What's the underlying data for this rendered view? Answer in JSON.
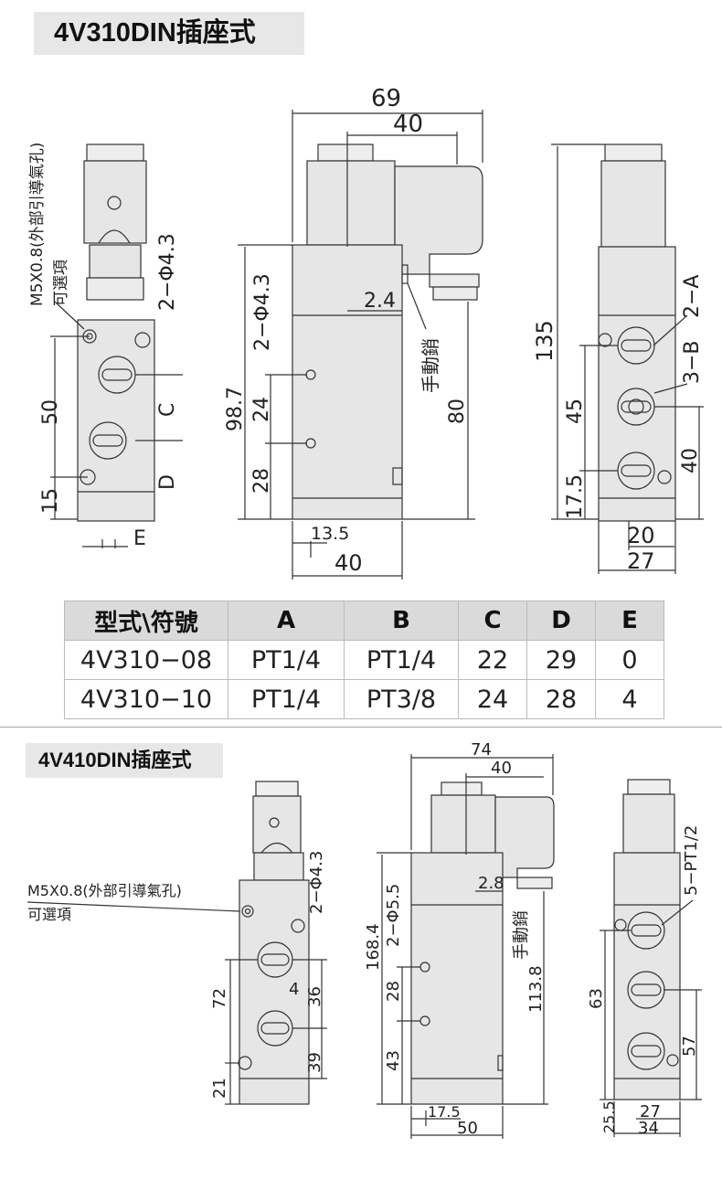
{
  "section1": {
    "title": "4V310DIN插座式",
    "left_view": {
      "m5": "M5X0.8(外部引導氣孔)",
      "optional": "可選項",
      "holes": "2−Φ4.3",
      "dim_50": "50",
      "dim_15": "15",
      "c": "C",
      "d": "D",
      "e": "E"
    },
    "mid_view": {
      "dim_69": "69",
      "dim_40_top": "40",
      "dim_2_4": "2.4",
      "holes": "2−Φ4.3",
      "manual": "手動銷",
      "dim_98_7": "98.7",
      "dim_24": "24",
      "dim_28": "28",
      "dim_80": "80",
      "dim_13_5": "13.5",
      "dim_40_bottom": "40"
    },
    "right_view": {
      "dim_135": "135",
      "port_a": "2−A",
      "port_b": "3−B",
      "dim_45": "45",
      "dim_40": "40",
      "dim_17_5": "17.5",
      "dim_20": "20",
      "dim_27": "27"
    }
  },
  "table": {
    "headers": [
      "型式\\符號",
      "A",
      "B",
      "C",
      "D",
      "E"
    ],
    "rows": [
      [
        "4V310−08",
        "PT1/4",
        "PT1/4",
        "22",
        "29",
        "0"
      ],
      [
        "4V310−10",
        "PT1/4",
        "PT3/8",
        "24",
        "28",
        "4"
      ]
    ]
  },
  "section2": {
    "title": "4V410DIN插座式",
    "left_view": {
      "m5": "M5X0.8(外部引導氣孔)",
      "optional": "可選項",
      "holes": "2−Φ4.3",
      "dim_72": "72",
      "dim_21": "21",
      "dim_4": "4",
      "dim_36": "36",
      "dim_39": "39"
    },
    "mid_view": {
      "dim_74": "74",
      "dim_40": "40",
      "dim_2_8": "2.8",
      "holes": "2−Φ5.5",
      "manual": "手動銷",
      "dim_168_4": "168.4",
      "dim_28": "28",
      "dim_43": "43",
      "dim_113_8": "113.8",
      "dim_17_5": "17.5",
      "dim_50": "50"
    },
    "right_view": {
      "port": "5−PT1/2",
      "dim_63": "63",
      "dim_57": "57",
      "dim_25_5": "25.5",
      "dim_27": "27",
      "dim_34": "34"
    }
  }
}
